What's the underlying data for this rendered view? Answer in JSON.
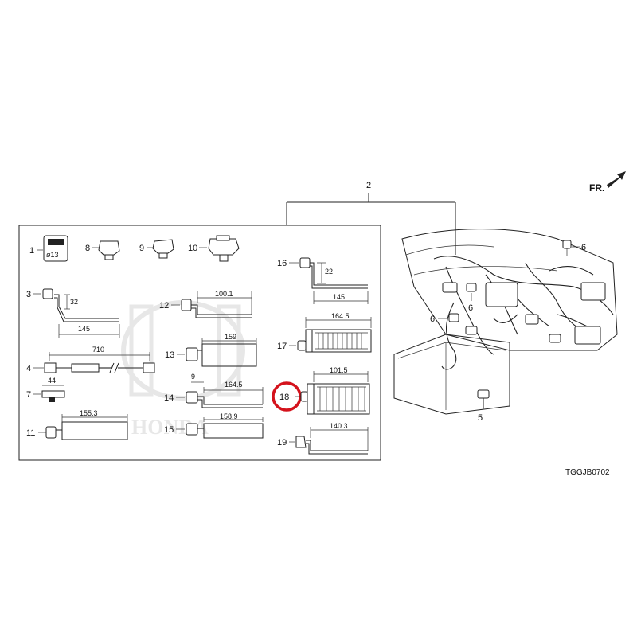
{
  "figure_code": "TGGJB0702",
  "direction_label": "FR.",
  "assembly_callout": "2",
  "watermark_text": "HONDA",
  "highlighted_part": "18",
  "parts": {
    "p1": {
      "num": "1",
      "dim": "ø13"
    },
    "p3": {
      "num": "3",
      "dims": [
        "32",
        "145"
      ]
    },
    "p4": {
      "num": "4",
      "dim": "710"
    },
    "p5": {
      "num": "5"
    },
    "p6a": {
      "num": "6"
    },
    "p6b": {
      "num": "6"
    },
    "p6c": {
      "num": "6"
    },
    "p7": {
      "num": "7",
      "dim": "44"
    },
    "p8": {
      "num": "8"
    },
    "p9": {
      "num": "9"
    },
    "p10": {
      "num": "10"
    },
    "p11": {
      "num": "11",
      "dim": "155.3"
    },
    "p12": {
      "num": "12",
      "dim": "100.1"
    },
    "p13": {
      "num": "13",
      "dim": "159"
    },
    "p14": {
      "num": "14",
      "dims": [
        "9",
        "164.5"
      ]
    },
    "p15": {
      "num": "15",
      "dim": "158.9"
    },
    "p16": {
      "num": "16",
      "dims": [
        "22",
        "145"
      ]
    },
    "p17": {
      "num": "17",
      "dim": "164.5"
    },
    "p18": {
      "num": "18",
      "dim": "101.5"
    },
    "p19": {
      "num": "19",
      "dim": "140.3"
    }
  },
  "colors": {
    "line": "#222222",
    "highlight": "#d4121c",
    "watermark": "#cfcfcf"
  }
}
